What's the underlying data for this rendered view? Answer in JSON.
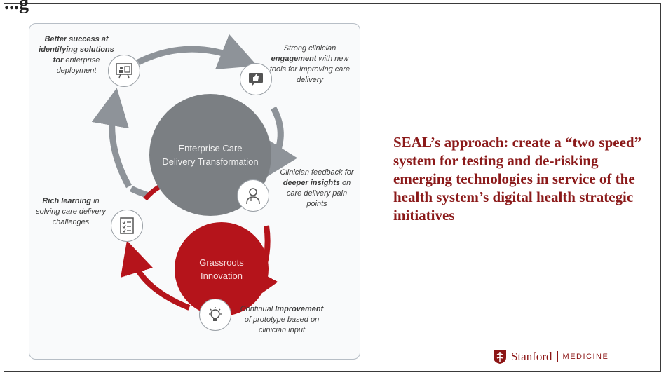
{
  "slide": {
    "title_fragment": "...g"
  },
  "diagram": {
    "center_top": "Enterprise Care Delivery Transformation",
    "center_bottom": "Grassroots Innovation",
    "labels": {
      "top_left": {
        "pre": "",
        "bold": "Better success at identifying solutions for",
        "post": " enterprise deployment"
      },
      "top_right": {
        "pre": "Strong clinician ",
        "bold": "engagement",
        "post": " with new tools for improving care delivery"
      },
      "mid_right": {
        "pre": "Clinician feedback for ",
        "bold": "deeper insights",
        "post": " on care delivery pain points"
      },
      "mid_left": {
        "pre": "",
        "bold": "Rich learning",
        "post": " in solving care delivery challenges"
      },
      "bottom": {
        "pre": "Continual ",
        "bold": "Improvement",
        "post": " of prototype based on clinician input"
      }
    },
    "icons": [
      "presentation-board-icon",
      "thumbs-up-chat-icon",
      "clinician-icon",
      "checklist-icon",
      "lightbulb-icon"
    ],
    "colors": {
      "gray": "#7b7f83",
      "red": "#b5141b",
      "arrow_gray": "#8e9399"
    }
  },
  "approach_text": "SEAL’s approach: create a “two speed” system for testing and de-risking emerging technologies in service of the health system’s digital health strategic initiatives",
  "logo": {
    "word": "Stanford",
    "sub": "MEDICINE",
    "color": "#8c1515"
  }
}
